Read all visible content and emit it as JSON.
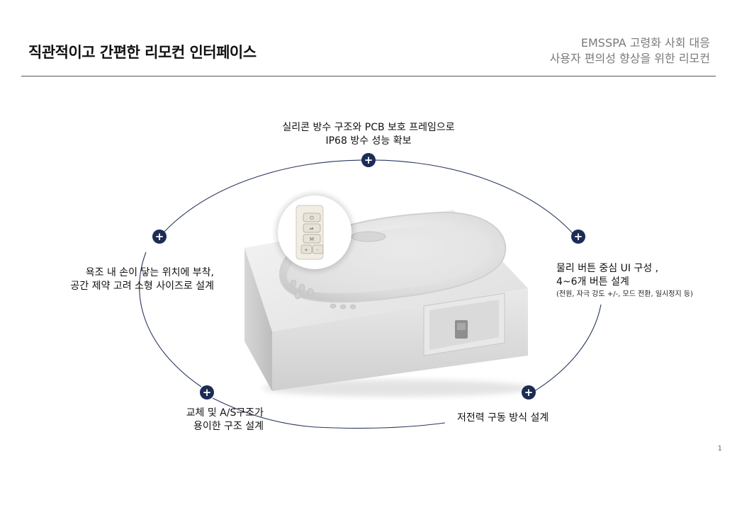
{
  "header": {
    "title": "직관적이고 간편한 리모컨 인터페이스",
    "subtitle_line1": "EMSSPA 고령화 사회 대응",
    "subtitle_line2": "사용자 편의성 향상을 위한 리모컨"
  },
  "callouts": {
    "top": {
      "line1": "실리콘 방수 구조와 PCB 보호 프레임으로",
      "line2": "IP68 방수 성능 확보"
    },
    "left": {
      "line1": "욕조 내 손이 닿는 위치에 부착,",
      "line2": "공간 제약 고려 소형 사이즈로 설계"
    },
    "right": {
      "line1": "물리 버튼 중심 UI 구성 ,",
      "line2": "4~6개 버튼 설계",
      "note": "(전원, 자극 강도 +/-, 모드 전환, 일시정지 등)"
    },
    "bottom_left": {
      "line1": "교체 및 A/S구조가",
      "line2": "용이한 구조 설계"
    },
    "bottom_right": {
      "line1": "저전력 구동 방식 설계"
    }
  },
  "plus_symbol": "+",
  "remote_buttons": [
    "⏻",
    "⏯",
    "M",
    "+",
    "-"
  ],
  "page_number": "1",
  "colors": {
    "accent": "#1c2c55",
    "ellipse": "#2a3760",
    "header_gray": "#7a7a7a"
  }
}
